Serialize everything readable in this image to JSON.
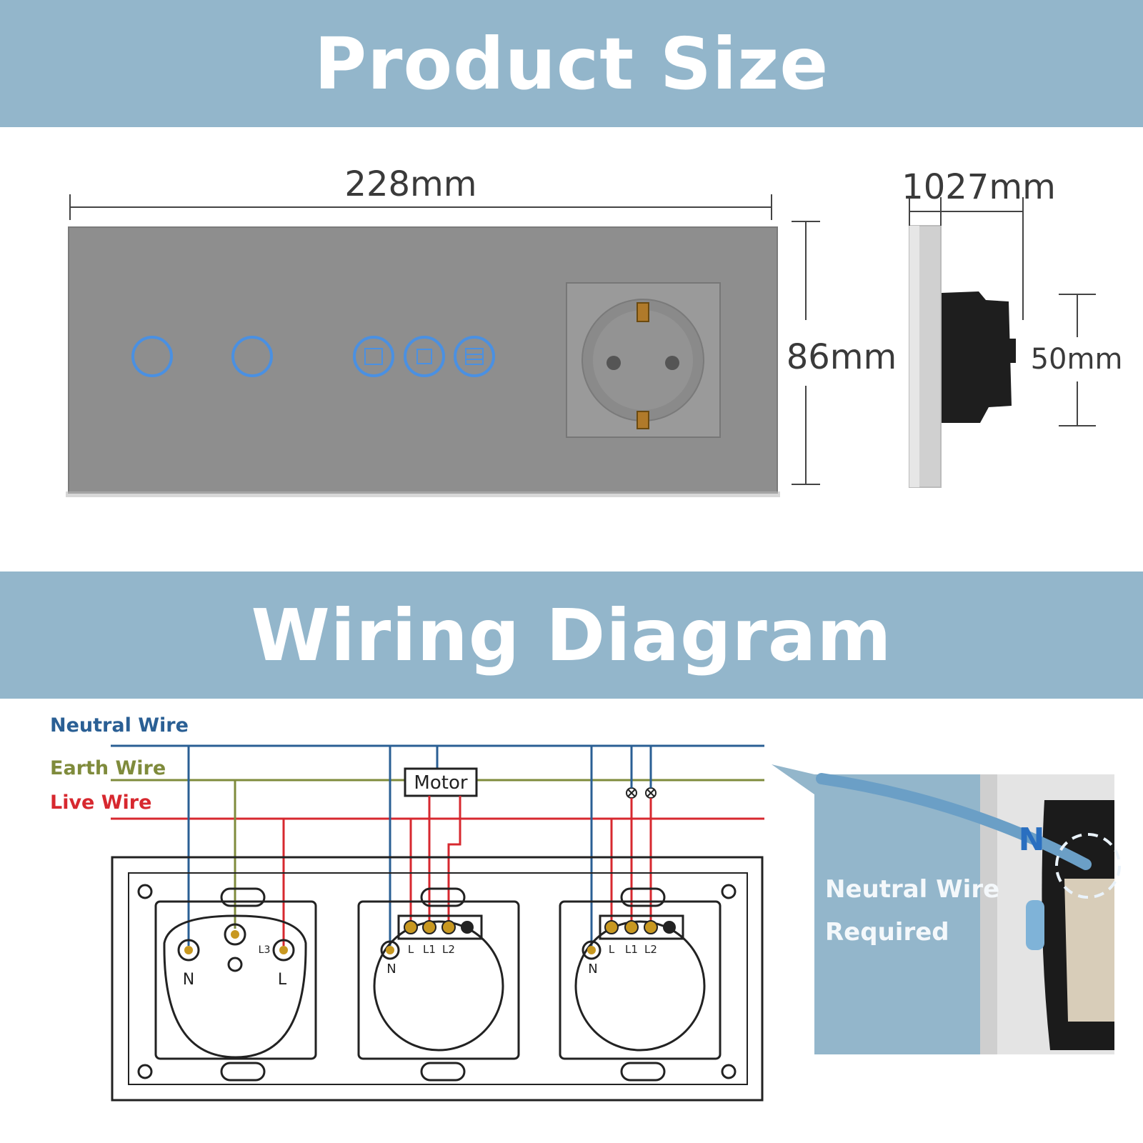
{
  "titles": {
    "product_size": "Product Size",
    "wiring_diagram": "Wiring Diagram"
  },
  "dimensions": {
    "width": "228mm",
    "height": "86mm",
    "side_top": "1027mm",
    "depth": "50mm"
  },
  "legend": {
    "neutral": "Neutral Wire",
    "earth": "Earth Wire",
    "live": "Live Wire"
  },
  "motor_label": "Motor",
  "socket_terminals": {
    "n": "N",
    "l": "L",
    "l3": "L3"
  },
  "switch_terminals": {
    "n": "N",
    "l": "L",
    "l1": "L1",
    "l2": "L2"
  },
  "callout": {
    "line1": "Neutral Wire",
    "line2": "Required",
    "badge": "N"
  },
  "colors": {
    "banner": "#93b6cb",
    "neutral": "#2a5f94",
    "earth": "#7f8b3c",
    "live": "#d7282f",
    "panel": "#8e8e8e",
    "touch": "#4a90e2"
  }
}
